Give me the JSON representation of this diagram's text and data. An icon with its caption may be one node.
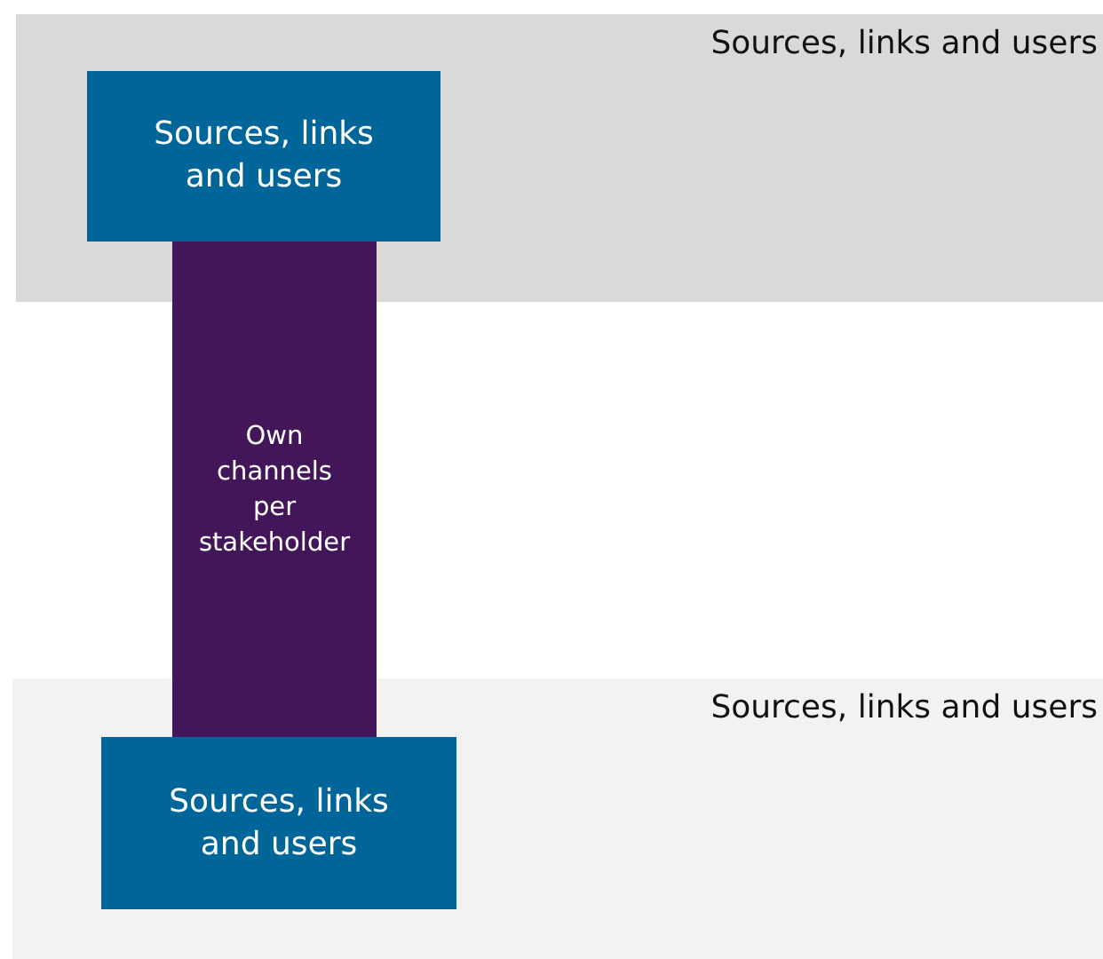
{
  "diagram": {
    "nodes": [
      {
        "text": [
          "Sources, links and users"
        ]
      },
      {
        "text": [
          "Sources, links and users"
        ],
        "in": 0
      },
      {
        "text": [
          "Own channels per stakeholder"
        ]
      },
      {
        "text": [
          "Sources, links and users"
        ]
      },
      {
        "text": [
          "Sources, links and users"
        ],
        "in": 3
      }
    ]
  }
}
